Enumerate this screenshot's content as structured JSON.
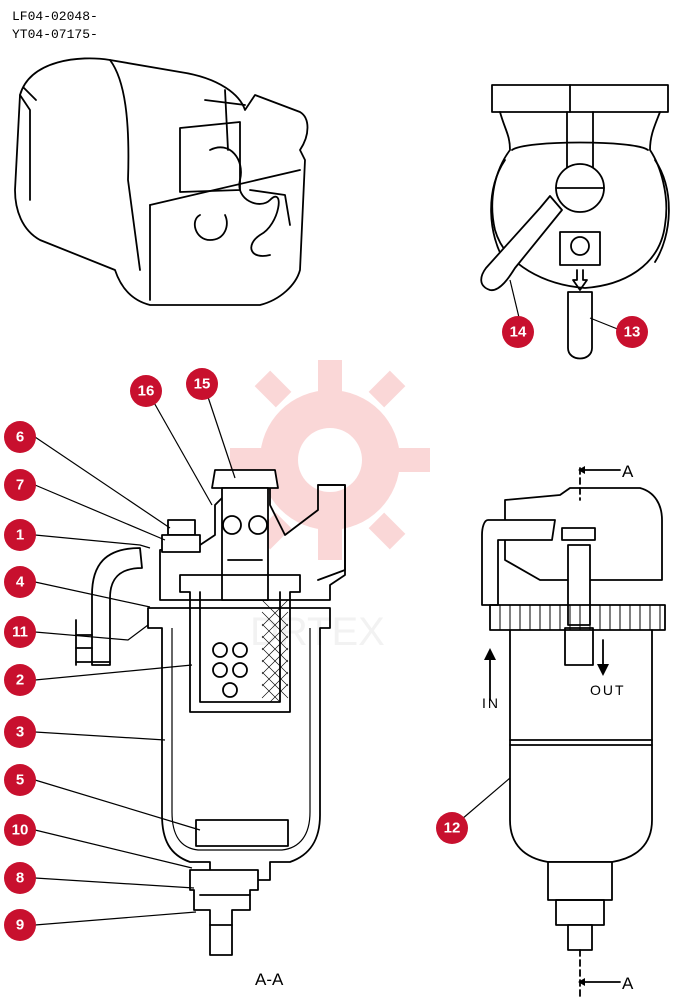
{
  "codes": {
    "line1": "LF04-02048-",
    "line2": "YT04-07175-"
  },
  "section_label": "A-A",
  "section_marker": "A",
  "flow": {
    "in": "IN",
    "out": "OUT"
  },
  "watermark": "DRTEX",
  "callout_color": "#c8102e",
  "callouts": [
    "1",
    "2",
    "3",
    "4",
    "5",
    "6",
    "7",
    "8",
    "9",
    "10",
    "11",
    "12",
    "13",
    "14",
    "15",
    "16"
  ]
}
